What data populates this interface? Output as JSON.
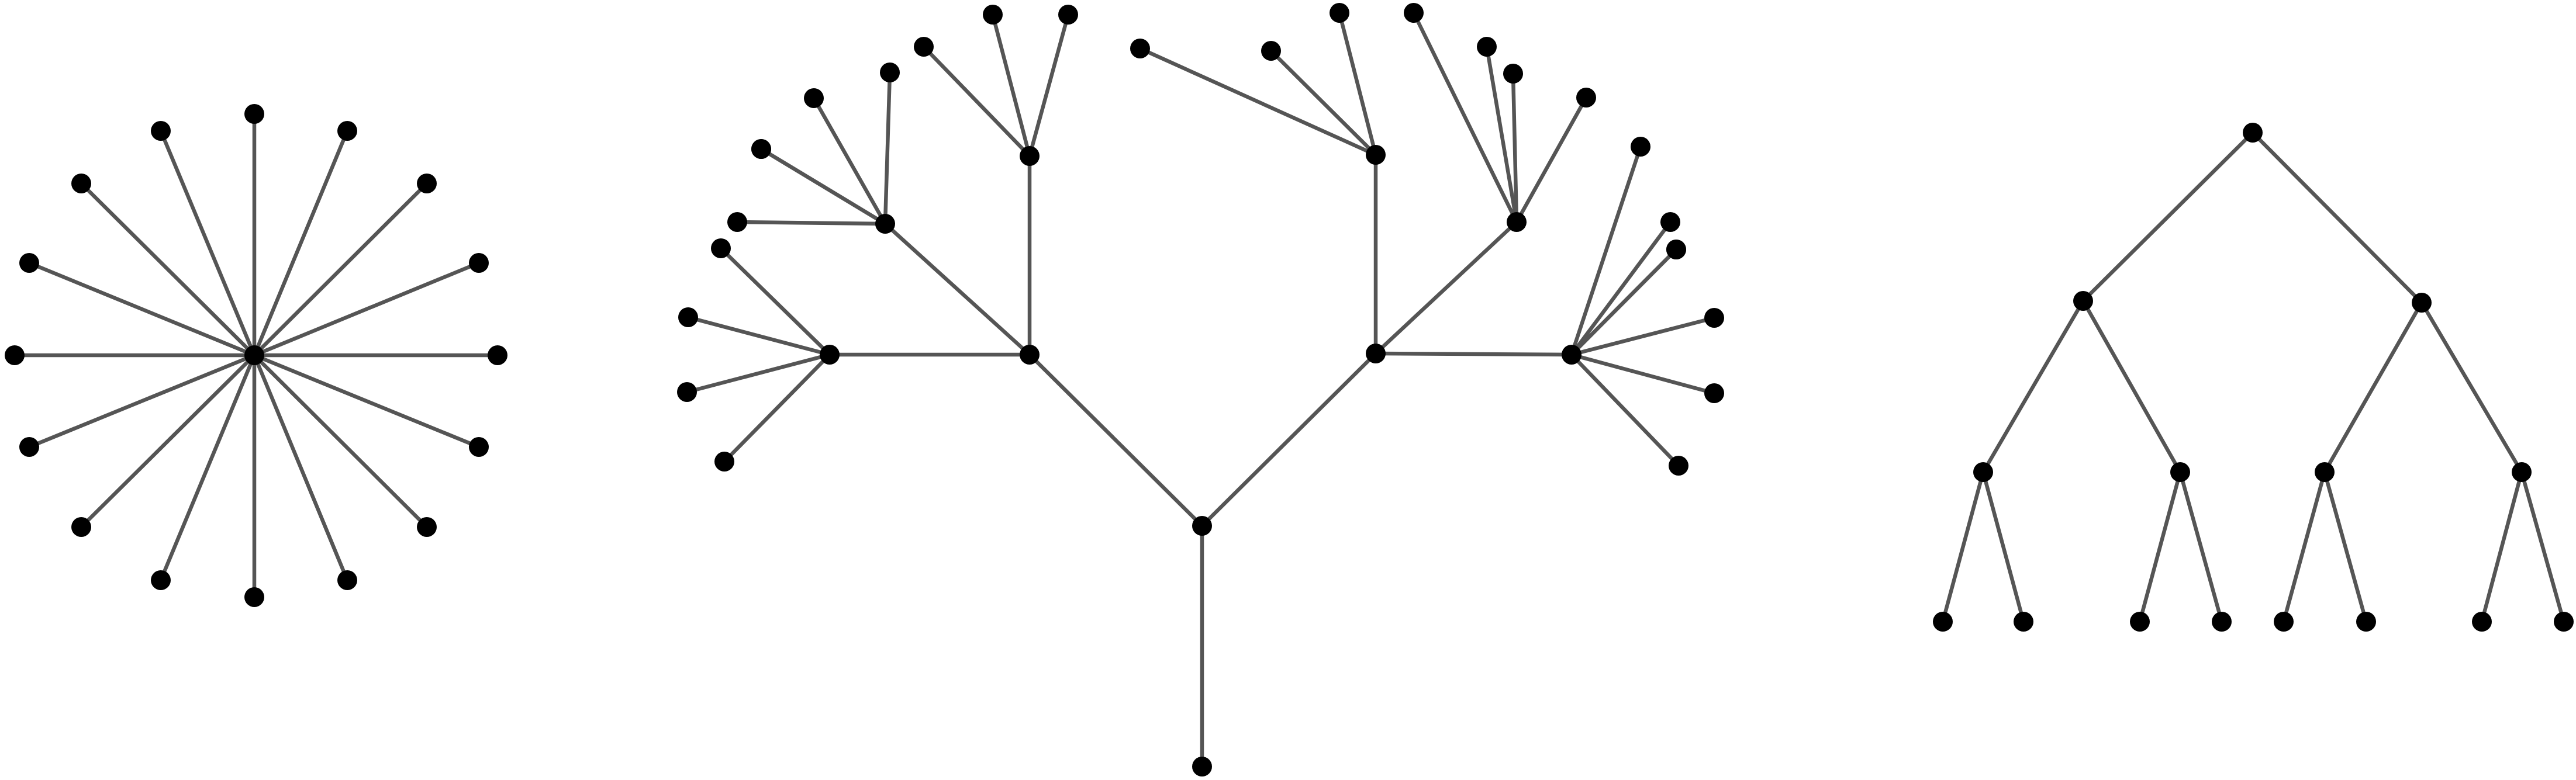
{
  "colors": {
    "background": "#ffffff",
    "edge": "#555555",
    "node": "#000000"
  },
  "graphs": [
    {
      "name": "star-graph",
      "node_count": 17,
      "edge_count": 16
    },
    {
      "name": "tree-graph",
      "node_count": 36,
      "edge_count": 35
    },
    {
      "name": "binary-tree-graph",
      "node_count": 15,
      "edge_count": 14
    }
  ]
}
